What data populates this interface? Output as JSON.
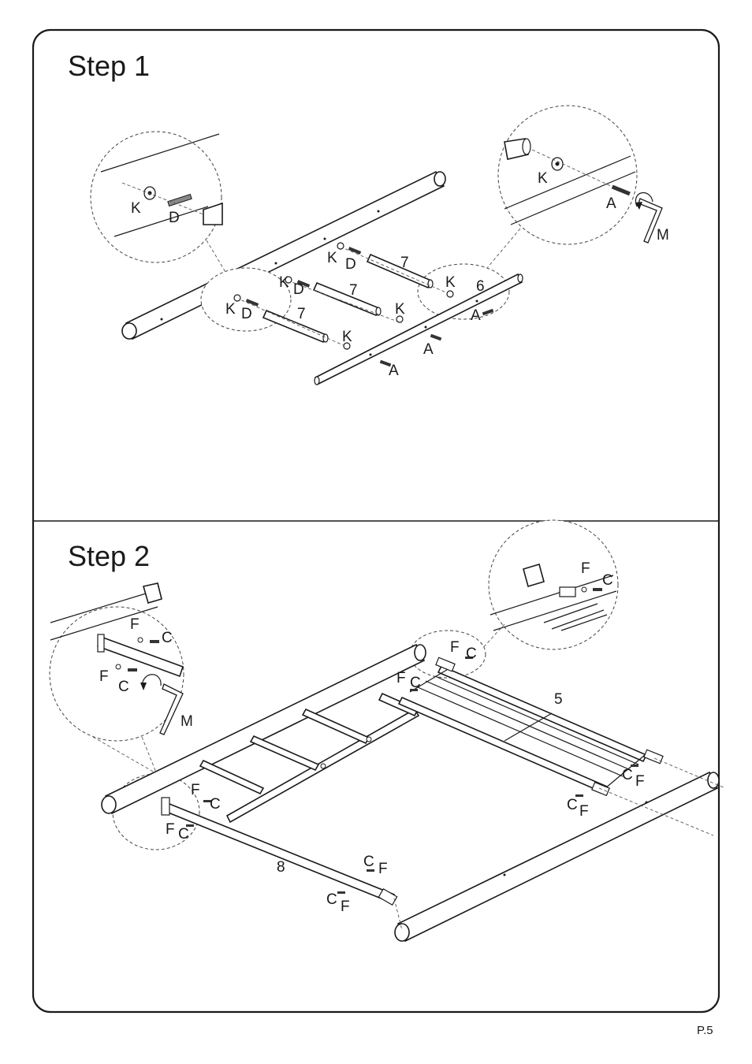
{
  "steps": [
    {
      "title": "Step  1"
    },
    {
      "title": "Step  2"
    }
  ],
  "step1_labels": {
    "zoom_left_k": "K",
    "zoom_left_d": "D",
    "zoom_right_k": "K",
    "zoom_right_a": "A",
    "zoom_right_m": "M",
    "k1": "K",
    "d1": "D",
    "p1": "7",
    "k2": "K",
    "d2": "D",
    "p2": "7",
    "k3": "K",
    "d3": "D",
    "p3": "7",
    "k4": "K",
    "p6": "6",
    "a1": "A",
    "k5": "K",
    "a2": "A",
    "k6": "K",
    "a3": "A"
  },
  "step2_labels": {
    "zl_f1": "F",
    "zl_c1": "C",
    "zl_f2": "F",
    "zl_c2": "C",
    "zl_m": "M",
    "zr_f": "F",
    "zr_c": "C",
    "t_f1": "F",
    "t_c1": "C",
    "t_f2": "F",
    "t_c2": "C",
    "p5": "5",
    "r_c1": "C",
    "r_f1": "F",
    "r_c2": "C",
    "r_f2": "F",
    "l_f1": "F",
    "l_c1": "C",
    "l_f2": "F",
    "l_c2": "C",
    "p8": "8",
    "b_c1": "C",
    "b_f1": "F",
    "b_c2": "C",
    "b_f2": "F"
  },
  "page_number": "P.5"
}
